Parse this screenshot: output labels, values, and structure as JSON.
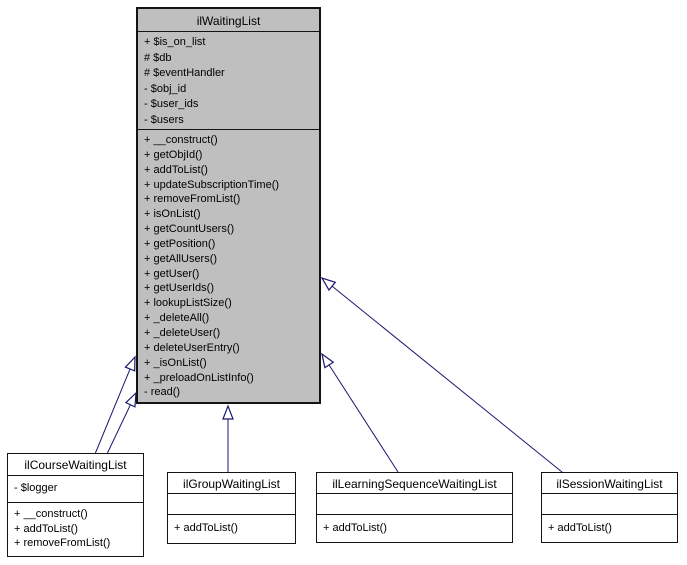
{
  "base_class": {
    "name": "ilWaitingList",
    "attributes": [
      "+ $is_on_list",
      "# $db",
      "# $eventHandler",
      "- $obj_id",
      "- $user_ids",
      "- $users"
    ],
    "methods": [
      "+ __construct()",
      "+ getObjId()",
      "+ addToList()",
      "+ updateSubscriptionTime()",
      "+ removeFromList()",
      "+ isOnList()",
      "+ getCountUsers()",
      "+ getPosition()",
      "+ getAllUsers()",
      "+ getUser()",
      "+ getUserIds()",
      "+ lookupListSize()",
      "+ _deleteAll()",
      "+ _deleteUser()",
      "+ deleteUserEntry()",
      "+ _isOnList()",
      "+ _preloadOnListInfo()",
      "- read()"
    ]
  },
  "derived_classes": [
    {
      "name": "ilCourseWaitingList",
      "attributes": [
        "- $logger"
      ],
      "methods": [
        "+ __construct()",
        "+ addToList()",
        "+ removeFromList()"
      ]
    },
    {
      "name": "ilGroupWaitingList",
      "attributes": [],
      "methods": [
        "+ addToList()"
      ]
    },
    {
      "name": "ilLearningSequenceWaitingList",
      "attributes": [],
      "methods": [
        "+ addToList()"
      ]
    },
    {
      "name": "ilSessionWaitingList",
      "attributes": [],
      "methods": [
        "+ addToList()"
      ]
    }
  ],
  "colors": {
    "base_fill": "#bfbfbf",
    "derived_fill": "#ffffff",
    "border": "#141414",
    "edge": "#191970",
    "arrowhead_fill": "#ffffff"
  }
}
